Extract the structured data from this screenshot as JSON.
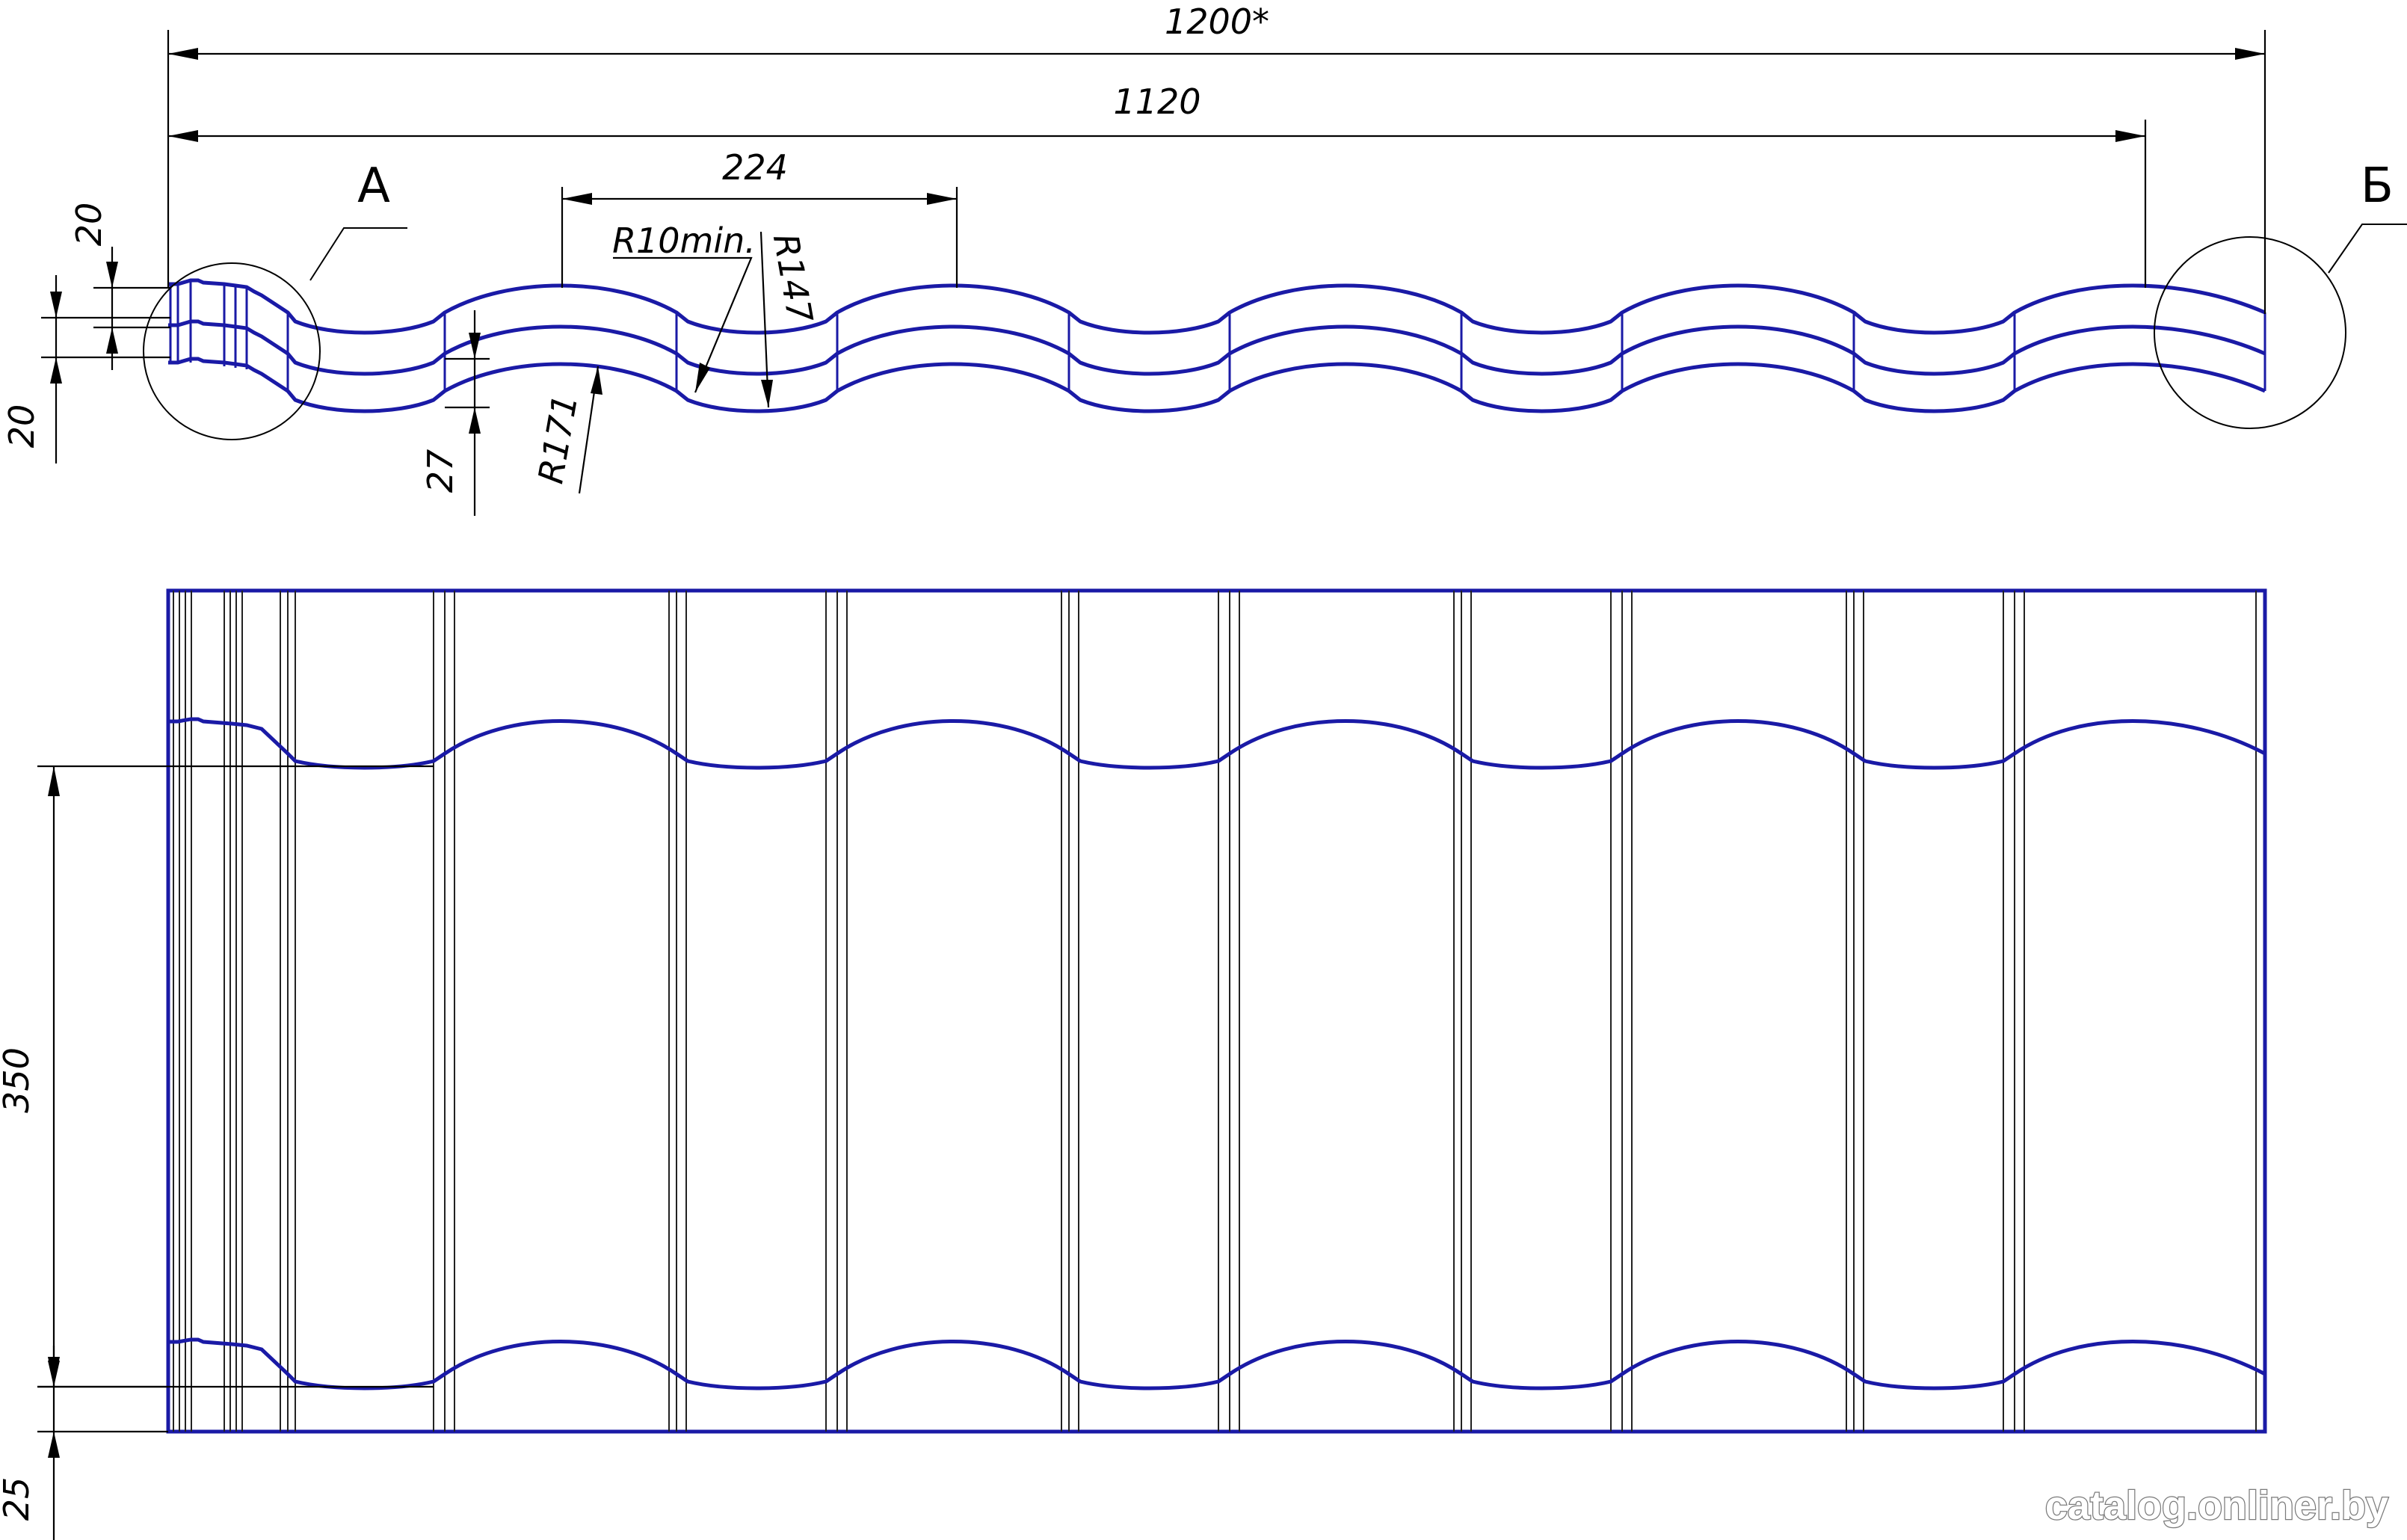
{
  "drawing": {
    "dimensions": {
      "overall_width": "1200*",
      "effective_width": "1120",
      "wave_pitch": "224",
      "height_top_20": "20",
      "height_left_20": "20",
      "step_27": "27",
      "radius_min": "R10min.",
      "radius_147": "R147",
      "radius_171": "R171",
      "step_length": "350",
      "bottom_25": "25"
    },
    "callouts": {
      "detail_a": "А",
      "detail_b": "Б"
    },
    "colors": {
      "profile": "#1a1aa6",
      "dimension": "#000000",
      "background": "#ffffff"
    }
  },
  "watermark": "catalog.onliner.by"
}
